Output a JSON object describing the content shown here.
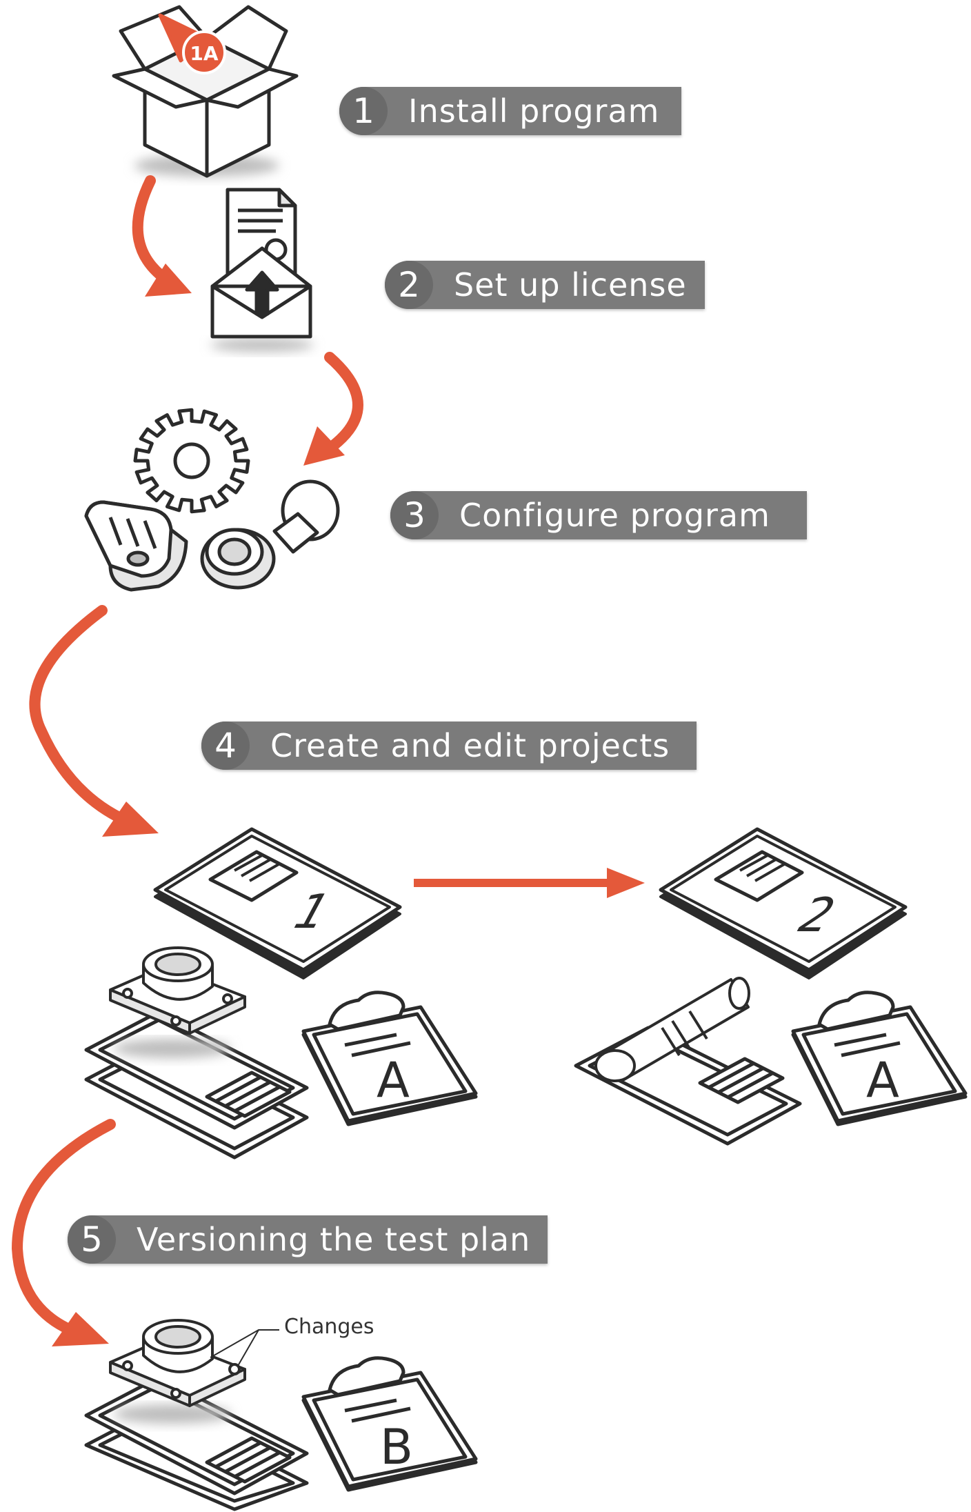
{
  "colors": {
    "accent": "#e4593a",
    "bar": "#7b7b7b",
    "line": "#2b2b2b"
  },
  "steps": [
    {
      "number": "1",
      "label": "Install program"
    },
    {
      "number": "2",
      "label": "Set up license"
    },
    {
      "number": "3",
      "label": "Configure program"
    },
    {
      "number": "4",
      "label": "Create and edit projects"
    },
    {
      "number": "5",
      "label": "Versioning the test plan"
    }
  ],
  "box_badge": "1A",
  "project_numbers": [
    "1",
    "2"
  ],
  "clipboard_letters": [
    "A",
    "A",
    "B"
  ],
  "annotation": "Changes",
  "icons": [
    "box-icon",
    "license-envelope-icon",
    "gear-icon",
    "tag-icon",
    "stamp-icon",
    "project-book-icon",
    "cad-part-icon",
    "drawing-sheet-icon",
    "clipboard-icon",
    "shaft-part-icon"
  ]
}
